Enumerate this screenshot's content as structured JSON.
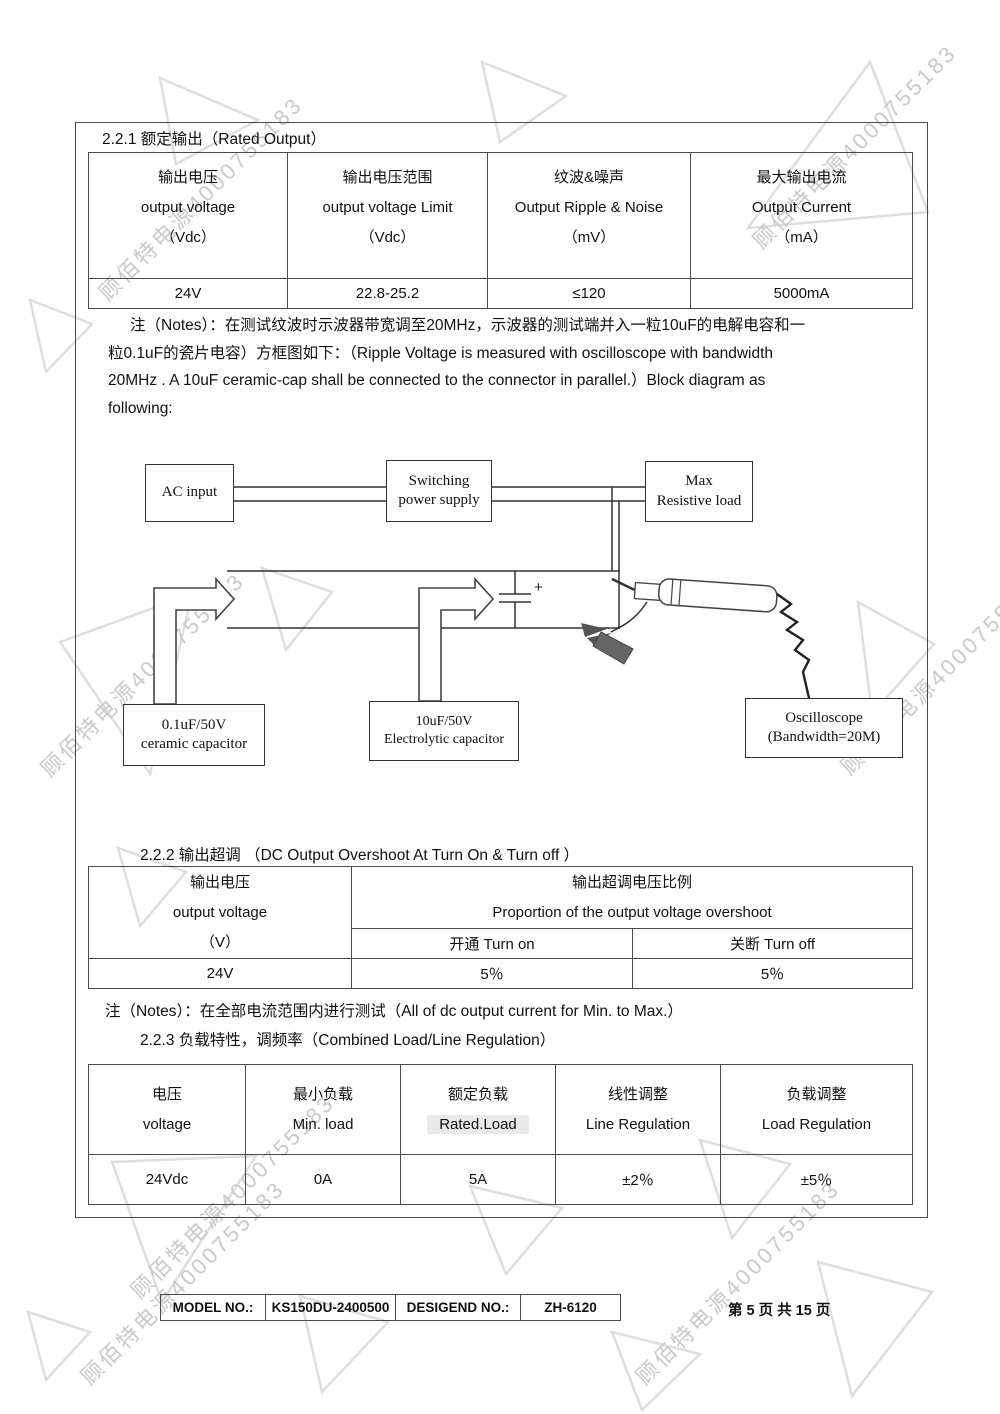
{
  "watermark": {
    "text": "顾佰特电源4000755183"
  },
  "section_221": {
    "title": "2.2.1 额定输出（Rated Output）",
    "table": {
      "headers": [
        {
          "l1": "输出电压",
          "l2": "output voltage",
          "l3": "（Vdc）"
        },
        {
          "l1": "输出电压范围",
          "l2": "output voltage Limit",
          "l3": "（Vdc）"
        },
        {
          "l1": "纹波&噪声",
          "l2": "Output Ripple & Noise",
          "l3": "（mV）"
        },
        {
          "l1": "最大输出电流",
          "l2": "Output  Current",
          "l3": "（mA）"
        }
      ],
      "row": [
        "24V",
        "22.8-25.2",
        "≤120",
        "5000mA"
      ]
    },
    "notes_lines": [
      "注（Notes）：在测试纹波时示波器带宽调至20MHz，示波器的测试端并入一粒10uF的电解电容和一",
      "粒0.1uF的瓷片电容）方框图如下：（Ripple Voltage is measured with oscilloscope with bandwidth",
      "20MHz . A 10uF ceramic-cap shall be connected to the connector in parallel.）Block diagram as",
      "following:"
    ]
  },
  "diagram": {
    "ac_input": "AC input",
    "switching_l1": "Switching",
    "switching_l2": "power supply",
    "max_load_l1": "Max",
    "max_load_l2": "Resistive load",
    "cap01_l1": "0.1uF/50V",
    "cap01_l2": "ceramic capacitor",
    "cap10_l1": "10uF/50V",
    "cap10_l2": "Electrolytic capacitor",
    "osc_l1": "Oscilloscope",
    "osc_l2": "(Bandwidth=20M)",
    "plus": "+"
  },
  "section_222": {
    "title": "2.2.2  输出超调 （DC Output Overshoot At Turn On & Turn off ）",
    "table": {
      "left_l1": "输出电压",
      "left_l2": "output voltage",
      "left_l3": "（V）",
      "right_l1": "输出超调电压比例",
      "right_l2": "Proportion of the output voltage overshoot",
      "turn_on": "开通  Turn on",
      "turn_off": "关断  Turn off",
      "row": [
        "24V",
        "5％",
        "5％"
      ]
    },
    "note": "注（Notes）：在全部电流范围内进行测试（All of dc output current for Min. to Max.）"
  },
  "section_223": {
    "title": "2.2.3 负载特性，调频率（Combined Load/Line Regulation）",
    "table": {
      "headers": [
        {
          "l1": "电压",
          "l2": "voltage"
        },
        {
          "l1": "最小负载",
          "l2": "Min. load"
        },
        {
          "l1": "额定负载",
          "l2": "Rated.Load"
        },
        {
          "l1": "线性调整",
          "l2": "Line Regulation"
        },
        {
          "l1": "负载调整",
          "l2": "Load Regulation"
        }
      ],
      "row": [
        "24Vdc",
        "0A",
        "5A",
        "±2％",
        "±5％"
      ]
    }
  },
  "footer": {
    "model_label": "MODEL NO.:",
    "model_value": "KS150DU-2400500",
    "design_label": "DESIGEND NO.:",
    "design_value": "ZH-6120",
    "page_info": "第 5 页 共 15 页"
  }
}
